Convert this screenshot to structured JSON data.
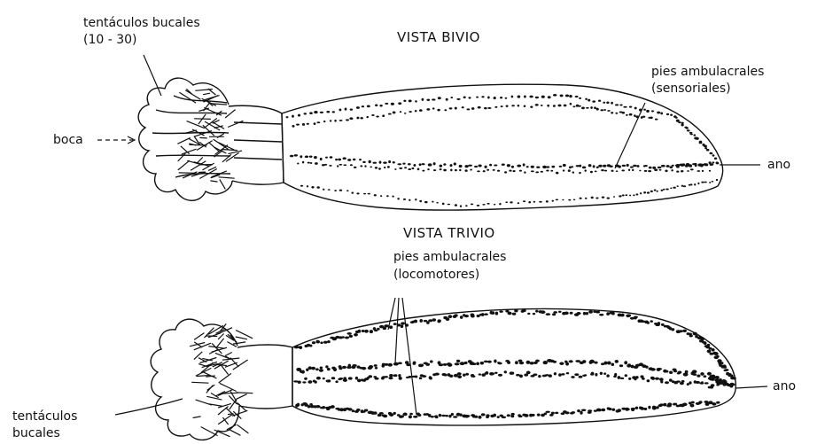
{
  "top_view": {
    "title": "VISTA BIVIO",
    "labels": {
      "tentacles_line1": "tentáculos bucales",
      "tentacles_line2": "(10 - 30)",
      "mouth": "boca",
      "feet_line1": "pies ambulacrales",
      "feet_line2": "(sensoriales)",
      "anus": "ano"
    }
  },
  "bottom_view": {
    "title": "VISTA TRIVIO",
    "labels": {
      "feet_line1": "pies ambulacrales",
      "feet_line2": "(locomotores)",
      "tentacles_line1": "tentáculos",
      "tentacles_line2": "bucales",
      "anus": "ano"
    }
  },
  "colors": {
    "ink": "#111111",
    "background": "#ffffff"
  }
}
